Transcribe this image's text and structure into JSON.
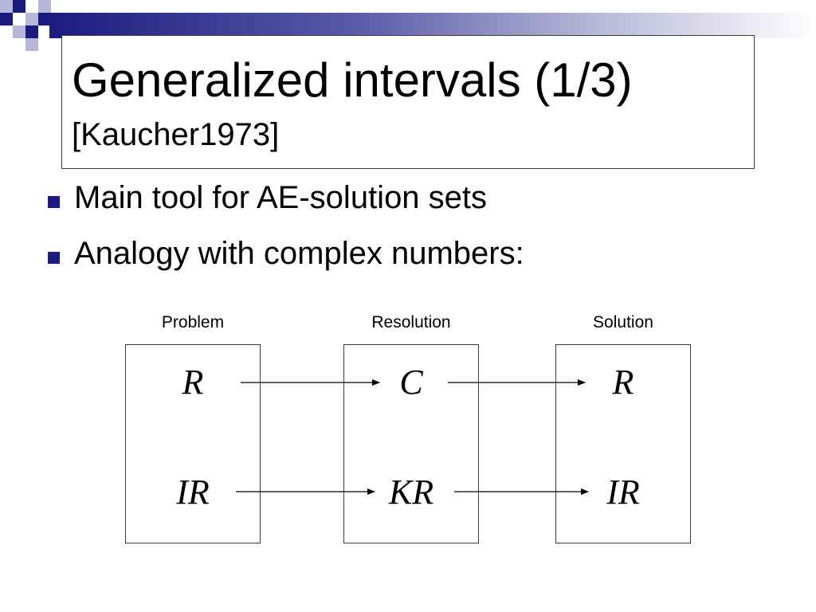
{
  "slide": {
    "title": "Generalized intervals (1/3)",
    "subtitle": "[Kaucher1973]",
    "bullets": [
      "Main tool for AE-solution sets",
      "Analogy with complex numbers:"
    ]
  },
  "diagram": {
    "columns": [
      {
        "label": "Problem",
        "top": "R",
        "bottom": "IR"
      },
      {
        "label": "Resolution",
        "top": "C",
        "bottom": "KR"
      },
      {
        "label": "Solution",
        "top": "R",
        "bottom": "IR"
      }
    ]
  },
  "colors": {
    "accent": "#1c1c80",
    "box_border": "#3a3a3a"
  }
}
